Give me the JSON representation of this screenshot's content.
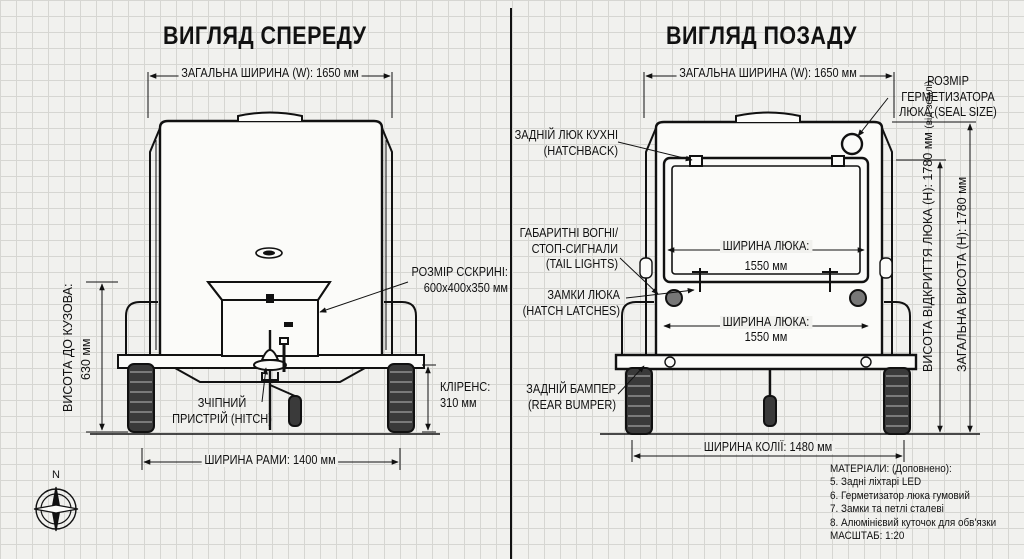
{
  "front": {
    "title": "ВИГЛЯД СПЕРЕДУ",
    "overall_width": "ЗАГАЛЬНА ШИРИНА (W): 1650 мм",
    "box_size_l1": "РОЗМІР ССКРИНІ:",
    "box_size_l2": "600х400х350 мм",
    "hitch_l1": "ЗЧІПНИЙ",
    "hitch_l2": "ПРИСТРІЙ (HITCH)",
    "clearance_l1": "КЛІРЕНС:",
    "clearance_l2": "310 мм",
    "body_height_l1": "ВИСОТА ДО КУЗОВА:",
    "body_height_l2": "630 мм",
    "frame_width": "ШИРИНА РАМИ: 1400 мм"
  },
  "rear": {
    "title": "ВИГЛЯД ПОЗАДУ",
    "overall_width": "ЗАГАЛЬНА ШИРИНА (W): 1650 мм",
    "seal_l1": "РОЗМІР",
    "seal_l2": "ГЕРМЕТИЗАТОРА",
    "seal_l3": "ЛЮКА (SEAL SIZE)",
    "hatch_l1": "ЗАДНІЙ ЛЮК КУХНІ",
    "hatch_l2": "(HATCHBACK)",
    "tail_l1": "ГАБАРИТНІ ВОГНІ/",
    "tail_l2": "СТОП-СИГНАЛИ",
    "tail_l3": "(TAIL LIGHTS)",
    "latch_l1": "ЗАМКИ ЛЮКА",
    "latch_l2": "(HATCH LATCHES)",
    "bumper_l1": "ЗАДНІЙ БАМПЕР",
    "bumper_l2": "(REAR BUMPER)",
    "hatch_w1_l1": "ШИРИНА ЛЮКА:",
    "hatch_w1_l2": "1550 мм",
    "hatch_w2_l1": "ШИРИНА ЛЮКА:",
    "hatch_w2_l2": "1550 мм",
    "track_width": "ШИРИНА КОЛІЇ: 1480 мм",
    "hatch_opening_height": "ВИСОТА ВІДКРИТТЯ ЛЮКА (Н): 1780 мм",
    "hatch_opening_note": "(від землі)",
    "overall_height": "ЗАГАЛЬНА ВИСОТА (Н): 1780 мм"
  },
  "materials": {
    "heading": "МАТЕРІАЛИ: (Доповнено):",
    "items": [
      "5. Задні ліхтарі LED",
      "6. Герметизатор люка гумовий",
      "7. Замки та петлі сталеві",
      "8. Алюмінієвий куточок для обв'язки"
    ],
    "scale": "МАСШТАБ: 1:20"
  },
  "compass_label": "N"
}
